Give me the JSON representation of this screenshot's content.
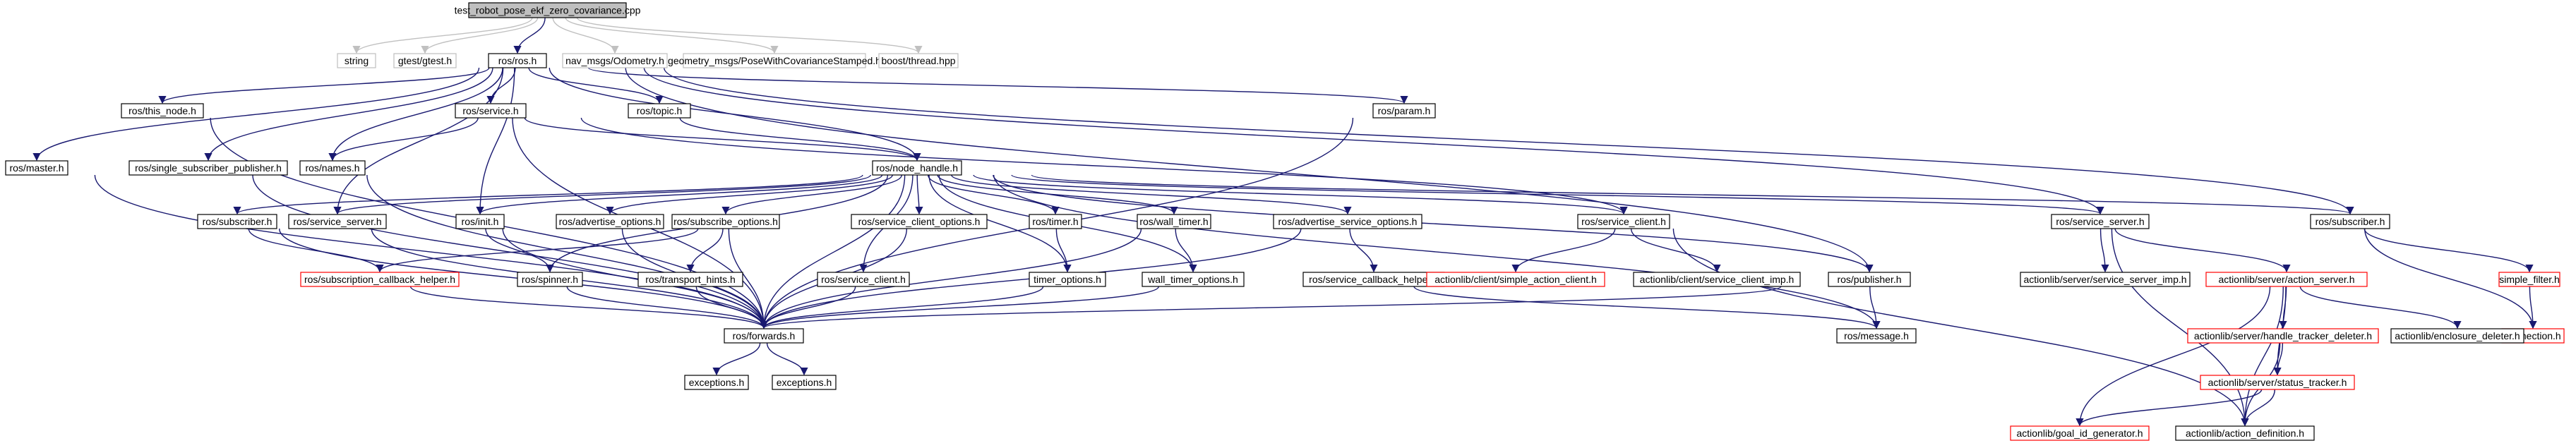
{
  "title": "test_robot_pose_ekf_zero_covariance.cpp",
  "colors": {
    "edge": "#191970",
    "edge_external": "#C0C0C0",
    "border_documented": "#000000",
    "border_undocumented": "#FF0000",
    "border_external": "#BFBFBF",
    "root_fill": "#BFBFBF"
  },
  "nodes": [
    {
      "id": "root",
      "label": "test_robot_pose_ekf_zero_covariance.cpp",
      "kind": "root"
    },
    {
      "id": "string",
      "label": "string",
      "kind": "external"
    },
    {
      "id": "gtest",
      "label": "gtest/gtest.h",
      "kind": "external"
    },
    {
      "id": "ros_ros",
      "label": "ros/ros.h",
      "kind": "doc"
    },
    {
      "id": "odom",
      "label": "nav_msgs/Odometry.h",
      "kind": "external"
    },
    {
      "id": "posecov",
      "label": "geometry_msgs/PoseWithCovarianceStamped.h",
      "kind": "external"
    },
    {
      "id": "boost",
      "label": "boost/thread.hpp",
      "kind": "external"
    },
    {
      "id": "this_node",
      "label": "ros/this_node.h",
      "kind": "doc"
    },
    {
      "id": "service",
      "label": "ros/service.h",
      "kind": "doc"
    },
    {
      "id": "topic",
      "label": "ros/topic.h",
      "kind": "doc"
    },
    {
      "id": "param",
      "label": "ros/param.h",
      "kind": "doc"
    },
    {
      "id": "master",
      "label": "ros/master.h",
      "kind": "doc"
    },
    {
      "id": "ssp",
      "label": "ros/single_subscriber_publisher.h",
      "kind": "doc"
    },
    {
      "id": "names",
      "label": "ros/names.h",
      "kind": "doc"
    },
    {
      "id": "node_handle",
      "label": "ros/node_handle.h",
      "kind": "doc"
    },
    {
      "id": "subscriber_l",
      "label": "ros/subscriber.h",
      "kind": "doc"
    },
    {
      "id": "service_server_l",
      "label": "ros/service_server.h",
      "kind": "doc"
    },
    {
      "id": "init",
      "label": "ros/init.h",
      "kind": "doc"
    },
    {
      "id": "adv_opt",
      "label": "ros/advertise_options.h",
      "kind": "doc"
    },
    {
      "id": "sub_opt",
      "label": "ros/subscribe_options.h",
      "kind": "doc"
    },
    {
      "id": "sc_opt",
      "label": "ros/service_client_options.h",
      "kind": "doc"
    },
    {
      "id": "timer",
      "label": "ros/timer.h",
      "kind": "doc"
    },
    {
      "id": "wall_timer",
      "label": "ros/wall_timer.h",
      "kind": "doc"
    },
    {
      "id": "adv_srv_opt",
      "label": "ros/advertise_service_options.h",
      "kind": "doc"
    },
    {
      "id": "service_client",
      "label": "ros/service_client.h",
      "kind": "doc"
    },
    {
      "id": "service_server_r",
      "label": "ros/service_server.h",
      "kind": "doc"
    },
    {
      "id": "subscriber_r",
      "label": "ros/subscriber.h",
      "kind": "doc"
    },
    {
      "id": "sub_cb_helper",
      "label": "ros/subscription_callback_helper.h",
      "kind": "undoc"
    },
    {
      "id": "spinner",
      "label": "ros/spinner.h",
      "kind": "doc"
    },
    {
      "id": "transport_hints",
      "label": "ros/transport_hints.h",
      "kind": "doc"
    },
    {
      "id": "sc_h",
      "label": "ros/service_client.h",
      "kind": "doc"
    },
    {
      "id": "timer_options",
      "label": "timer_options.h",
      "kind": "doc"
    },
    {
      "id": "wall_timer_options",
      "label": "wall_timer_options.h",
      "kind": "doc"
    },
    {
      "id": "srv_cb_helper",
      "label": "ros/service_callback_helper.h",
      "kind": "doc"
    },
    {
      "id": "simple_action_client",
      "label": "actionlib/client/simple_action_client.h",
      "kind": "undoc"
    },
    {
      "id": "sc_imp",
      "label": "actionlib/client/service_client_imp.h",
      "kind": "doc"
    },
    {
      "id": "publisher",
      "label": "ros/publisher.h",
      "kind": "doc"
    },
    {
      "id": "forwards",
      "label": "ros/forwards.h",
      "kind": "doc"
    },
    {
      "id": "message",
      "label": "ros/message.h",
      "kind": "doc"
    },
    {
      "id": "exceptions1",
      "label": "exceptions.h",
      "kind": "doc"
    },
    {
      "id": "exceptions2",
      "label": "exceptions.h",
      "kind": "doc"
    },
    {
      "id": "ss_imp",
      "label": "actionlib/server/service_server_imp.h",
      "kind": "doc"
    },
    {
      "id": "action_server",
      "label": "actionlib/server/action_server.h",
      "kind": "undoc"
    },
    {
      "id": "simple_filter",
      "label": "simple_filter.h",
      "kind": "undoc"
    },
    {
      "id": "connection",
      "label": "connection.h",
      "kind": "undoc"
    },
    {
      "id": "htd",
      "label": "actionlib/server/handle_tracker_deleter.h",
      "kind": "undoc"
    },
    {
      "id": "enclosure",
      "label": "actionlib/enclosure_deleter.h",
      "kind": "doc"
    },
    {
      "id": "status_tracker",
      "label": "actionlib/server/status_tracker.h",
      "kind": "undoc"
    },
    {
      "id": "goal_id",
      "label": "actionlib/goal_id_generator.h",
      "kind": "undoc"
    },
    {
      "id": "action_def",
      "label": "actionlib/action_definition.h",
      "kind": "doc"
    }
  ]
}
